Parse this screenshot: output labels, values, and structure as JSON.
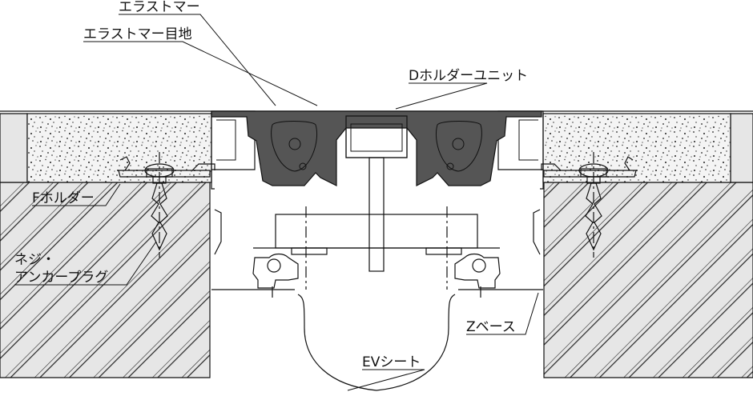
{
  "labels": {
    "elastomer": "エラストマー",
    "elastomer_joint": "エラストマー目地",
    "d_holder_unit": "Dホルダーユニット",
    "f_holder": "Fホルダー",
    "screw_line1": "ネジ・",
    "screw_line2": "アンカープラグ",
    "z_base": "Zベース",
    "ev_sheet": "EVシート"
  },
  "colors": {
    "elastomer": "#555555",
    "wall_fill": "#e6e6e6",
    "concrete_fill": "#f2f2f2",
    "line": "#111111"
  }
}
